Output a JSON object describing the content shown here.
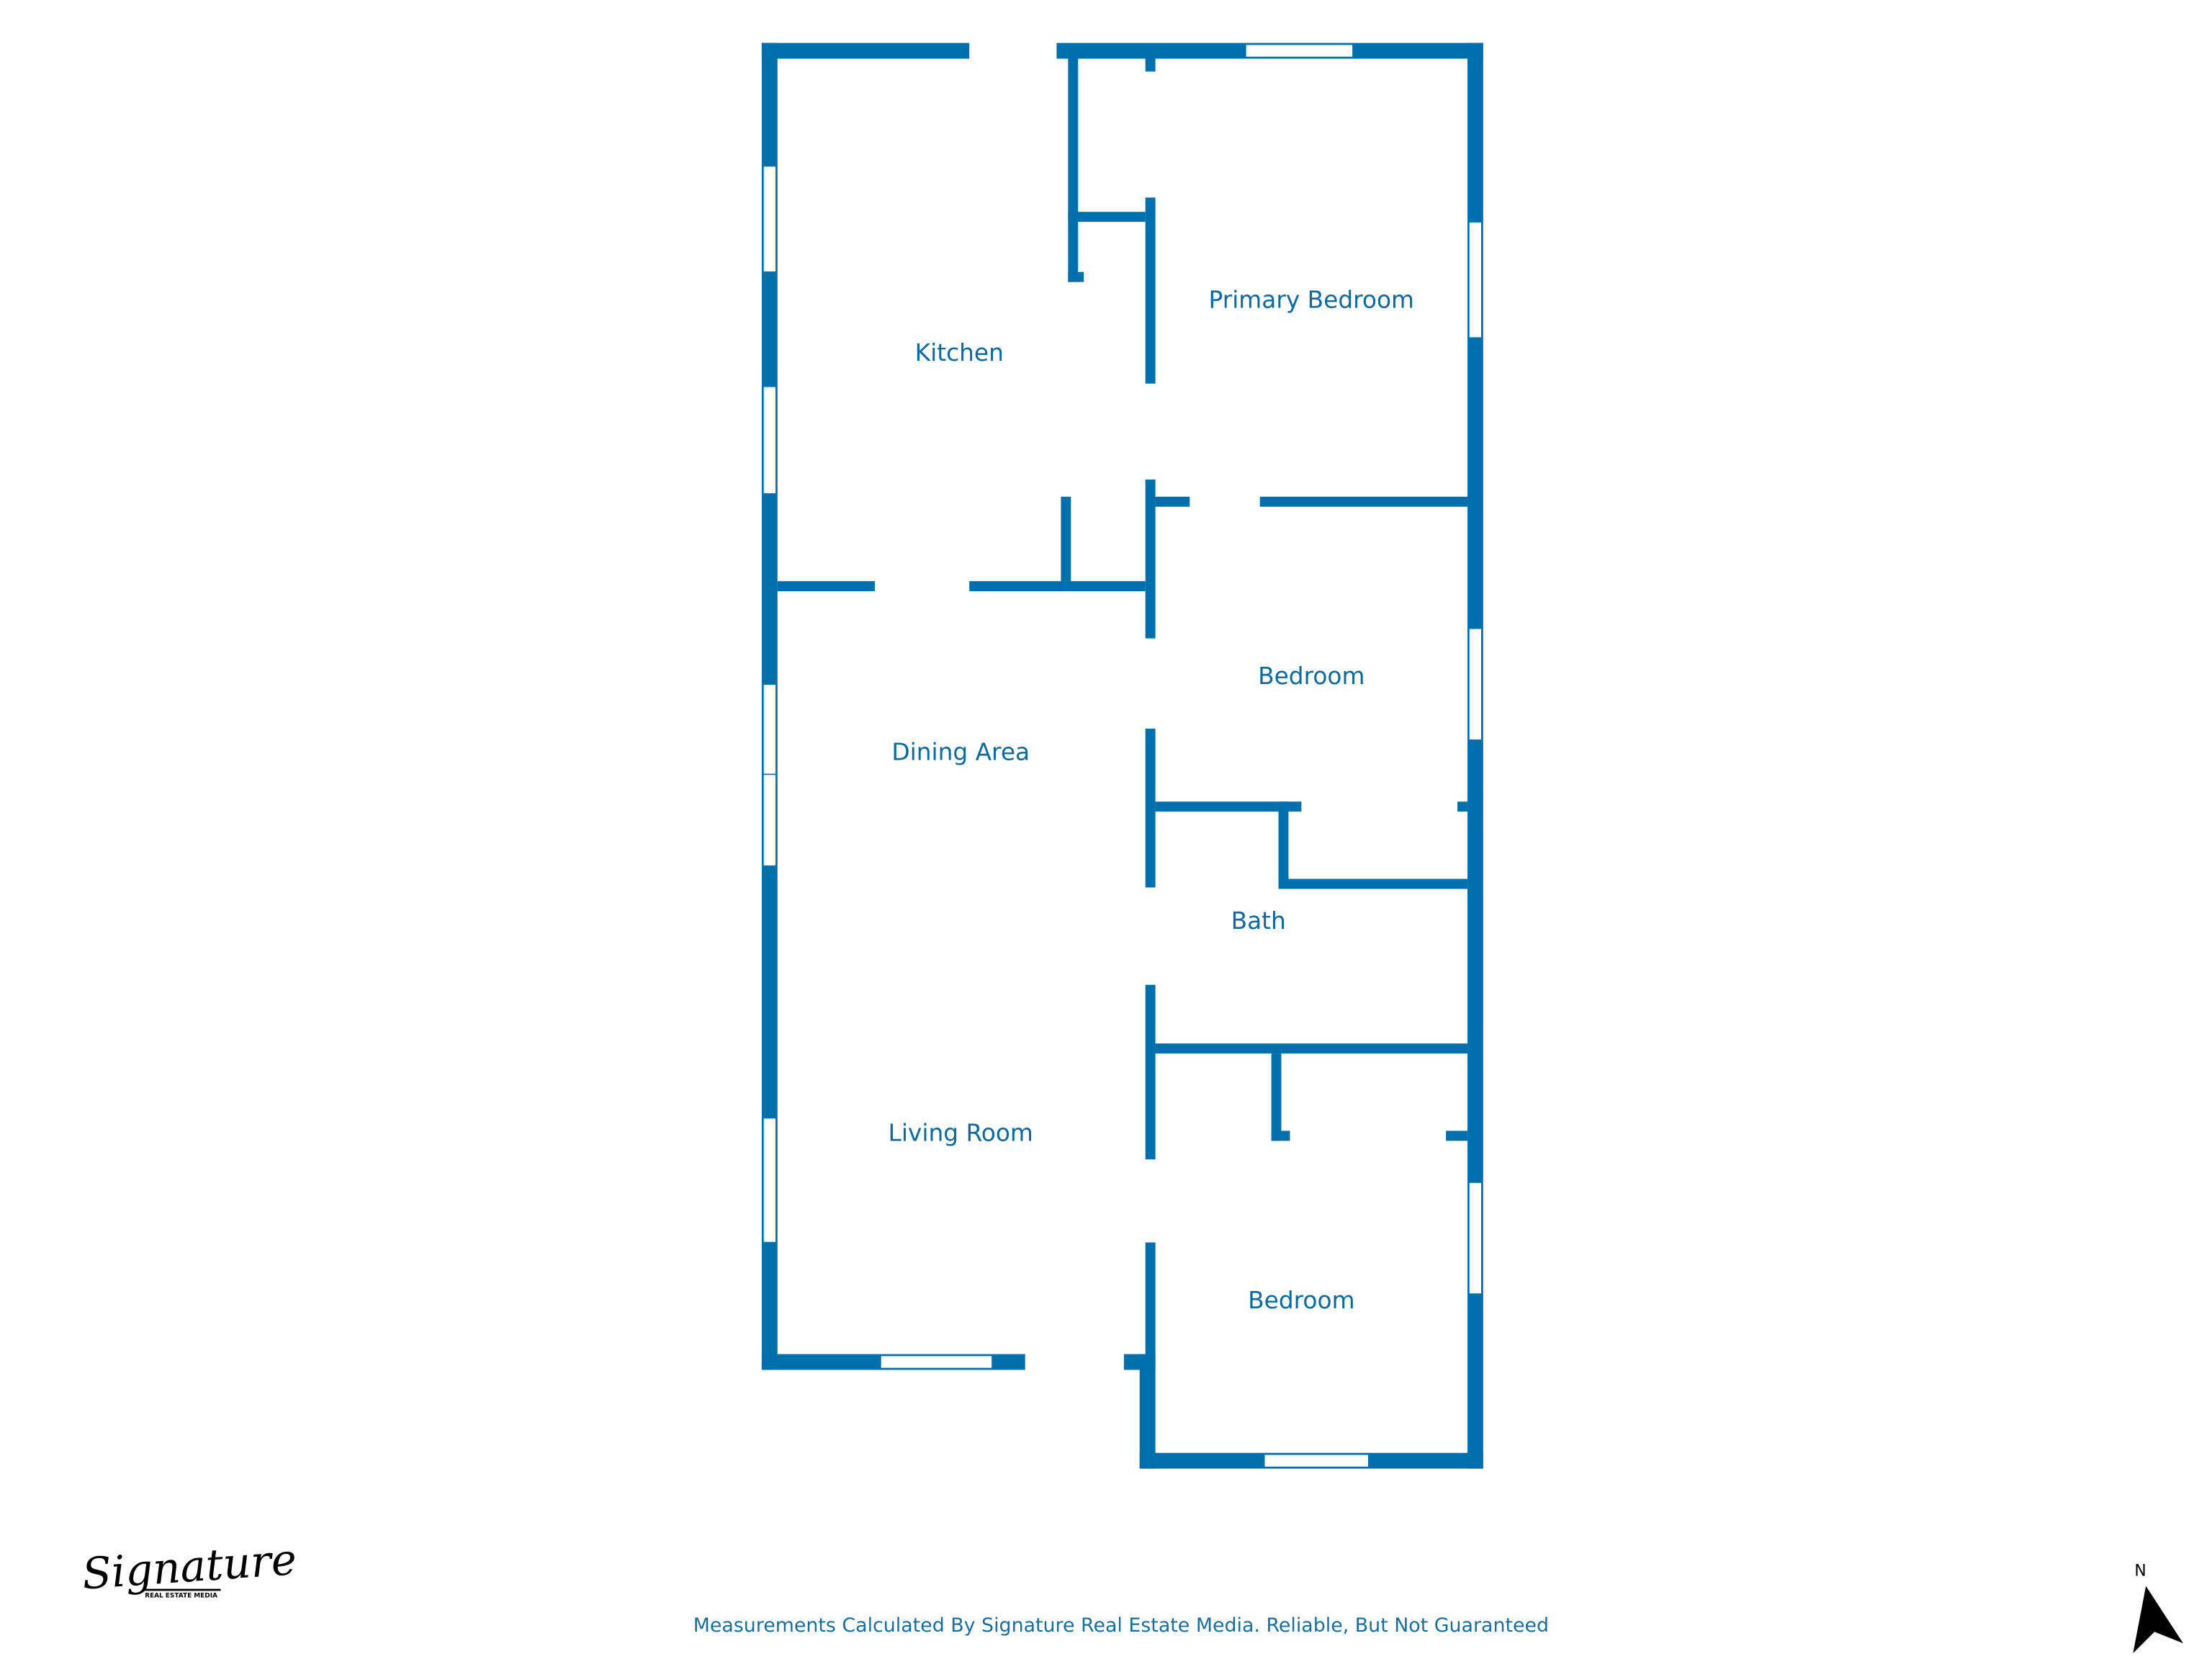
{
  "rooms": {
    "kitchen": "Kitchen",
    "primary_bedroom": "Primary Bedroom",
    "bedroom_1": "Bedroom",
    "dining_area": "Dining Area",
    "bath": "Bath",
    "living_room": "Living Room",
    "bedroom_2": "Bedroom"
  },
  "footer": {
    "disclaimer": "Measurements Calculated By Signature Real Estate Media. Reliable, But Not Guaranteed"
  },
  "logo": {
    "name": "Signature",
    "subtitle": "REAL ESTATE MEDIA"
  },
  "compass": {
    "label": "N"
  },
  "colors": {
    "wall": "#0070AD",
    "label": "#0A6AA1"
  }
}
